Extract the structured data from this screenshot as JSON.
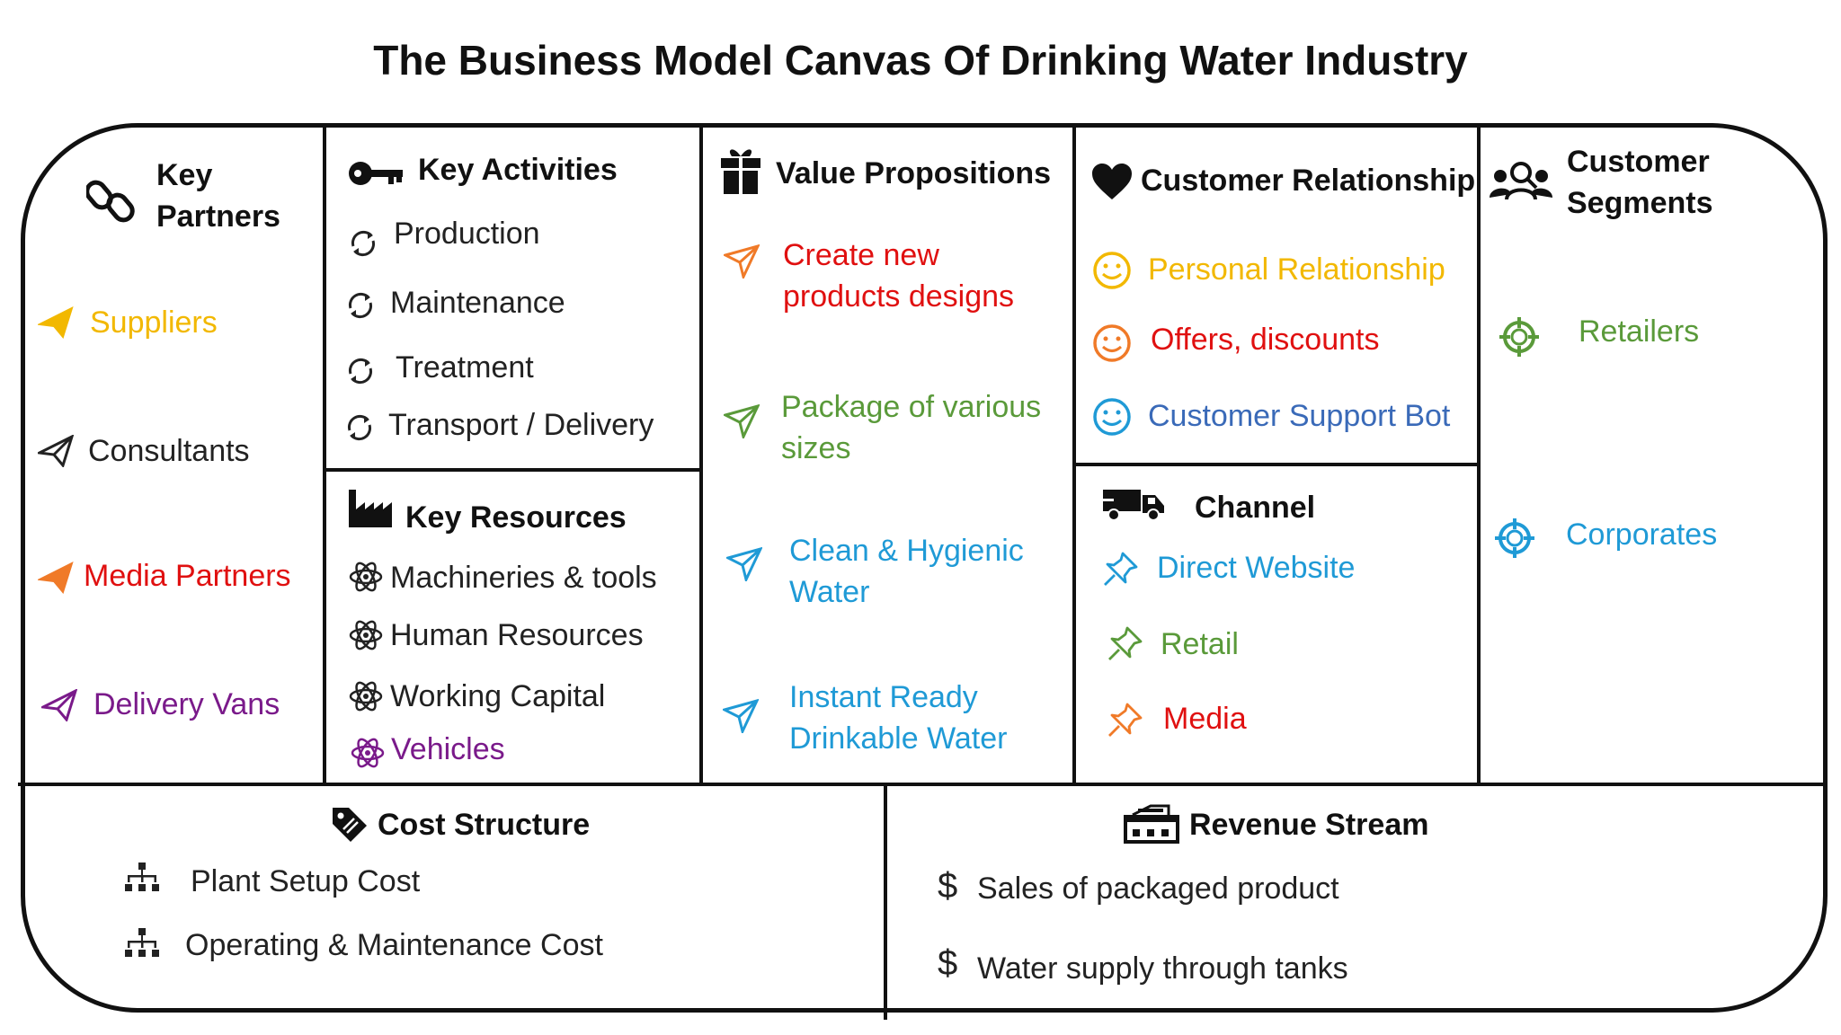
{
  "title": "The Business Model Canvas Of Drinking Water Industry",
  "colors": {
    "yellow": "#f2b800",
    "black": "#222222",
    "red": "#e01010",
    "purple": "#7a1a8a",
    "green": "#5a9a3a",
    "blue": "#1f9ad6",
    "orange": "#f07a28",
    "steel": "#3a6ab8"
  },
  "key_partners": {
    "heading": "Key Partners",
    "heading_line1": "Key",
    "heading_line2": "Partners",
    "icon": "chain-link-icon",
    "items": [
      {
        "label": "Suppliers",
        "icon": "paper-plane-icon",
        "color": "#f2b800"
      },
      {
        "label": "Consultants",
        "icon": "paper-plane-icon",
        "color": "#222222"
      },
      {
        "label": "Media Partners",
        "icon": "paper-plane-icon",
        "color": "#e01010"
      },
      {
        "label": "Delivery Vans",
        "icon": "paper-plane-icon",
        "color": "#7a1a8a"
      }
    ]
  },
  "key_activities": {
    "heading": "Key Activities",
    "icon": "key-icon",
    "items": [
      {
        "label": "Production",
        "icon": "refresh-icon"
      },
      {
        "label": "Maintenance",
        "icon": "refresh-icon"
      },
      {
        "label": "Treatment",
        "icon": "refresh-icon"
      },
      {
        "label": "Transport / Delivery",
        "icon": "refresh-icon"
      }
    ]
  },
  "key_resources": {
    "heading": "Key Resources",
    "icon": "factory-icon",
    "items": [
      {
        "label": "Machineries & tools",
        "icon": "atom-icon",
        "color": "#222222"
      },
      {
        "label": "Human Resources",
        "icon": "atom-icon",
        "color": "#222222"
      },
      {
        "label": "Working Capital",
        "icon": "atom-icon",
        "color": "#222222"
      },
      {
        "label": "Vehicles",
        "icon": "atom-icon",
        "color": "#7a1a8a"
      }
    ]
  },
  "value_propositions": {
    "heading": "Value Propositions",
    "icon": "gift-icon",
    "items": [
      {
        "line1": "Create new",
        "line2": "products designs",
        "icon": "paper-plane-icon",
        "color": "#e01010",
        "icon_color": "#f07a28"
      },
      {
        "line1": "Package of various",
        "line2": "sizes",
        "icon": "paper-plane-icon",
        "color": "#5a9a3a",
        "icon_color": "#5a9a3a"
      },
      {
        "line1": "Clean & Hygienic",
        "line2": "Water",
        "icon": "paper-plane-icon",
        "color": "#1f9ad6",
        "icon_color": "#1f9ad6"
      },
      {
        "line1": "Instant Ready",
        "line2": "Drinkable Water",
        "icon": "paper-plane-icon",
        "color": "#1f9ad6",
        "icon_color": "#1f9ad6"
      }
    ]
  },
  "customer_relationship": {
    "heading": "Customer Relationship",
    "icon": "heart-icon",
    "items": [
      {
        "label": "Personal Relationship",
        "icon": "smiley-icon",
        "color": "#f2b800"
      },
      {
        "label": "Offers, discounts",
        "icon": "smiley-icon",
        "color": "#e01010",
        "icon_color": "#f07a28"
      },
      {
        "label": "Customer Support Bot",
        "icon": "smiley-icon",
        "color": "#3a6ab8",
        "icon_color": "#1f9ad6"
      }
    ]
  },
  "channel": {
    "heading": "Channel",
    "icon": "truck-icon",
    "items": [
      {
        "label": "Direct Website",
        "icon": "pushpin-icon",
        "color": "#1f9ad6"
      },
      {
        "label": "Retail",
        "icon": "pushpin-icon",
        "color": "#5a9a3a"
      },
      {
        "label": "Media",
        "icon": "pushpin-icon",
        "color": "#e01010",
        "icon_color": "#f07a28"
      }
    ]
  },
  "customer_segments": {
    "heading": "Customer Segments",
    "heading_line1": "Customer",
    "heading_line2": "Segments",
    "icon": "customer-group-icon",
    "items": [
      {
        "label": "Retailers",
        "icon": "target-icon",
        "color": "#5a9a3a"
      },
      {
        "label": "Corporates",
        "icon": "target-icon",
        "color": "#1f9ad6"
      }
    ]
  },
  "cost_structure": {
    "heading": "Cost Structure",
    "icon": "price-tag-icon",
    "items": [
      {
        "label": "Plant Setup Cost",
        "icon": "hierarchy-icon"
      },
      {
        "label": "Operating & Maintenance Cost",
        "icon": "hierarchy-icon"
      }
    ]
  },
  "revenue_stream": {
    "heading": "Revenue Stream",
    "icon": "cash-register-icon",
    "items": [
      {
        "label": "Sales of packaged product",
        "icon": "dollar-icon",
        "symbol": "$"
      },
      {
        "label": "Water supply through tanks",
        "icon": "dollar-icon",
        "symbol": "$"
      }
    ]
  }
}
